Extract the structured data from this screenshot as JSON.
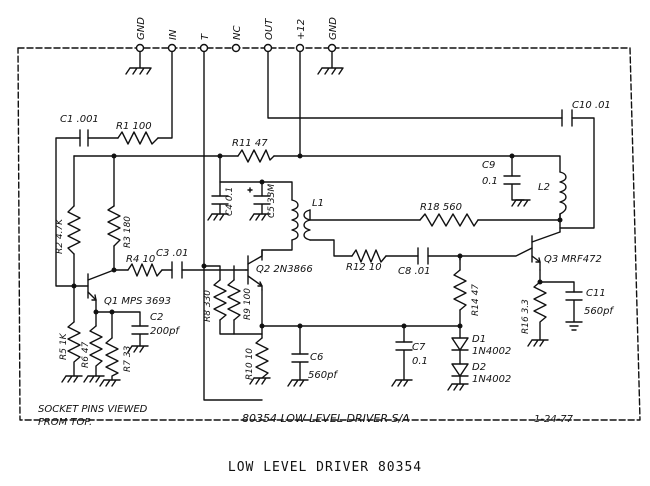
{
  "pins": [
    "GND",
    "IN",
    "T",
    "NC",
    "OUT",
    "+12",
    "GND"
  ],
  "labels": {
    "c1": "C1 .001",
    "r1": "R1 100",
    "c10": "C10 .01",
    "r11": "R11 47",
    "c9": "C9",
    "c9v": "0.1",
    "l2": "L2",
    "c4": "C4 0.1",
    "c5": "C5 33M",
    "l1": "L1",
    "r18": "R18 560",
    "r2": "R2 4.7K",
    "r3": "R3 180",
    "c3": "C3 .01",
    "r4": "R4 10",
    "q2": "Q2 2N3866",
    "r12": "R12 10",
    "c8": "C8 .01",
    "q3": "Q3 MRF472",
    "q1": "Q1 MPS 3693",
    "r8": "R8 330",
    "r9": "R9 100",
    "r14": "R14 47",
    "r16": "R16 3.3",
    "c11": "C11",
    "c11v": "560pf",
    "c2": "C2",
    "c2v": "200pf",
    "r5": "R5 1K",
    "r6": "R6 47",
    "r7": "R7 33",
    "r10": "R10 10",
    "c6": "C6",
    "c6v": "560pf",
    "c7": "C7",
    "c7v": "0.1",
    "d1": "D1",
    "d1v": "1N4002",
    "d2": "D2",
    "d2v": "1N4002"
  },
  "notes": {
    "socket_line1": "SOCKET PINS VIEWED",
    "socket_line2": "FROM TOP.",
    "title_block": "80354   LOW LEVEL DRIVER  S/A",
    "date": "1-24-77"
  },
  "caption": "LOW LEVEL DRIVER  80354"
}
